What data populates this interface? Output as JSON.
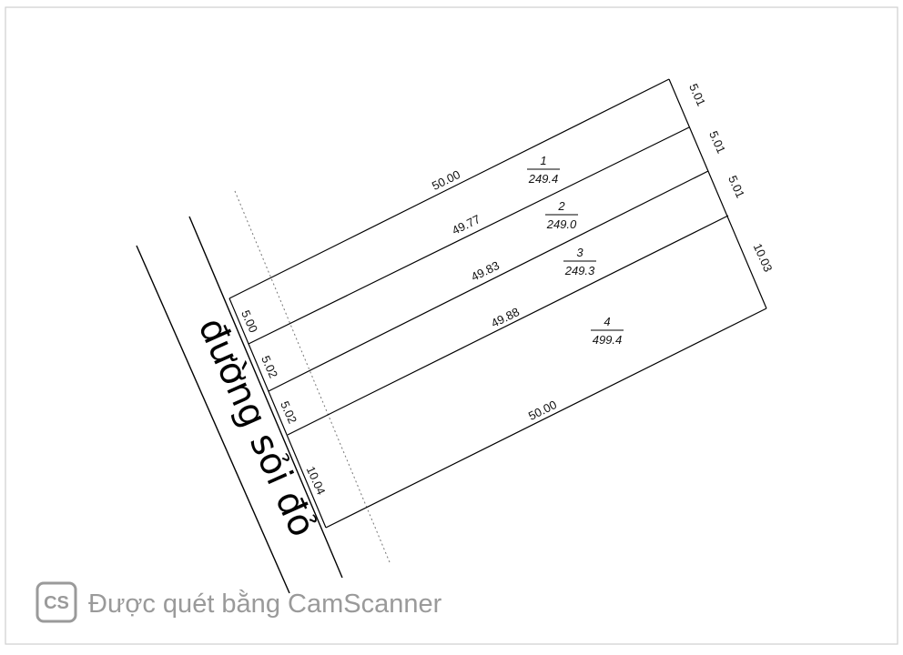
{
  "plot": {
    "lots": [
      {
        "number": "1",
        "area": "249.4"
      },
      {
        "number": "2",
        "area": "249.0"
      },
      {
        "number": "3",
        "area": "249.3"
      },
      {
        "number": "4",
        "area": "499.4"
      }
    ],
    "long_edges": [
      "50.00",
      "49.77",
      "49.83",
      "49.88",
      "50.00"
    ],
    "back_edges": [
      "5.01",
      "5.01",
      "5.01",
      "10.03"
    ],
    "front_edges": [
      "5.00",
      "5.02",
      "5.02",
      "10.04"
    ]
  },
  "road": {
    "name": "đường sỏi đỏ"
  },
  "watermark": {
    "logo": "CS",
    "text": "Được quét bằng CamScanner"
  }
}
